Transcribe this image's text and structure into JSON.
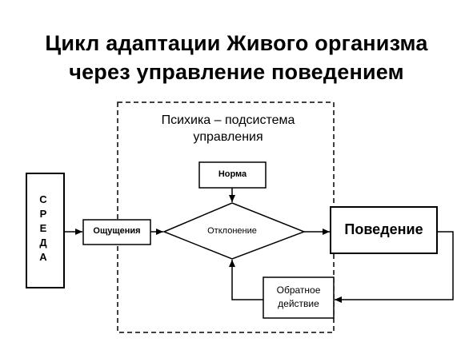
{
  "title": {
    "line1": "Цикл адаптации Живого организма",
    "line2": "через управление поведением"
  },
  "subsystem": {
    "line1": "Психика – подсистема",
    "line2": "управления"
  },
  "nodes": {
    "sreda": [
      "С",
      "Р",
      "Е",
      "Д",
      "А"
    ],
    "oshchushcheniya": "Ощущения",
    "norma": "Норма",
    "otklonenie": "Отклонение",
    "povedenie": "Поведение",
    "obratnoe_line1": "Обратное",
    "obratnoe_line2": "действие"
  }
}
